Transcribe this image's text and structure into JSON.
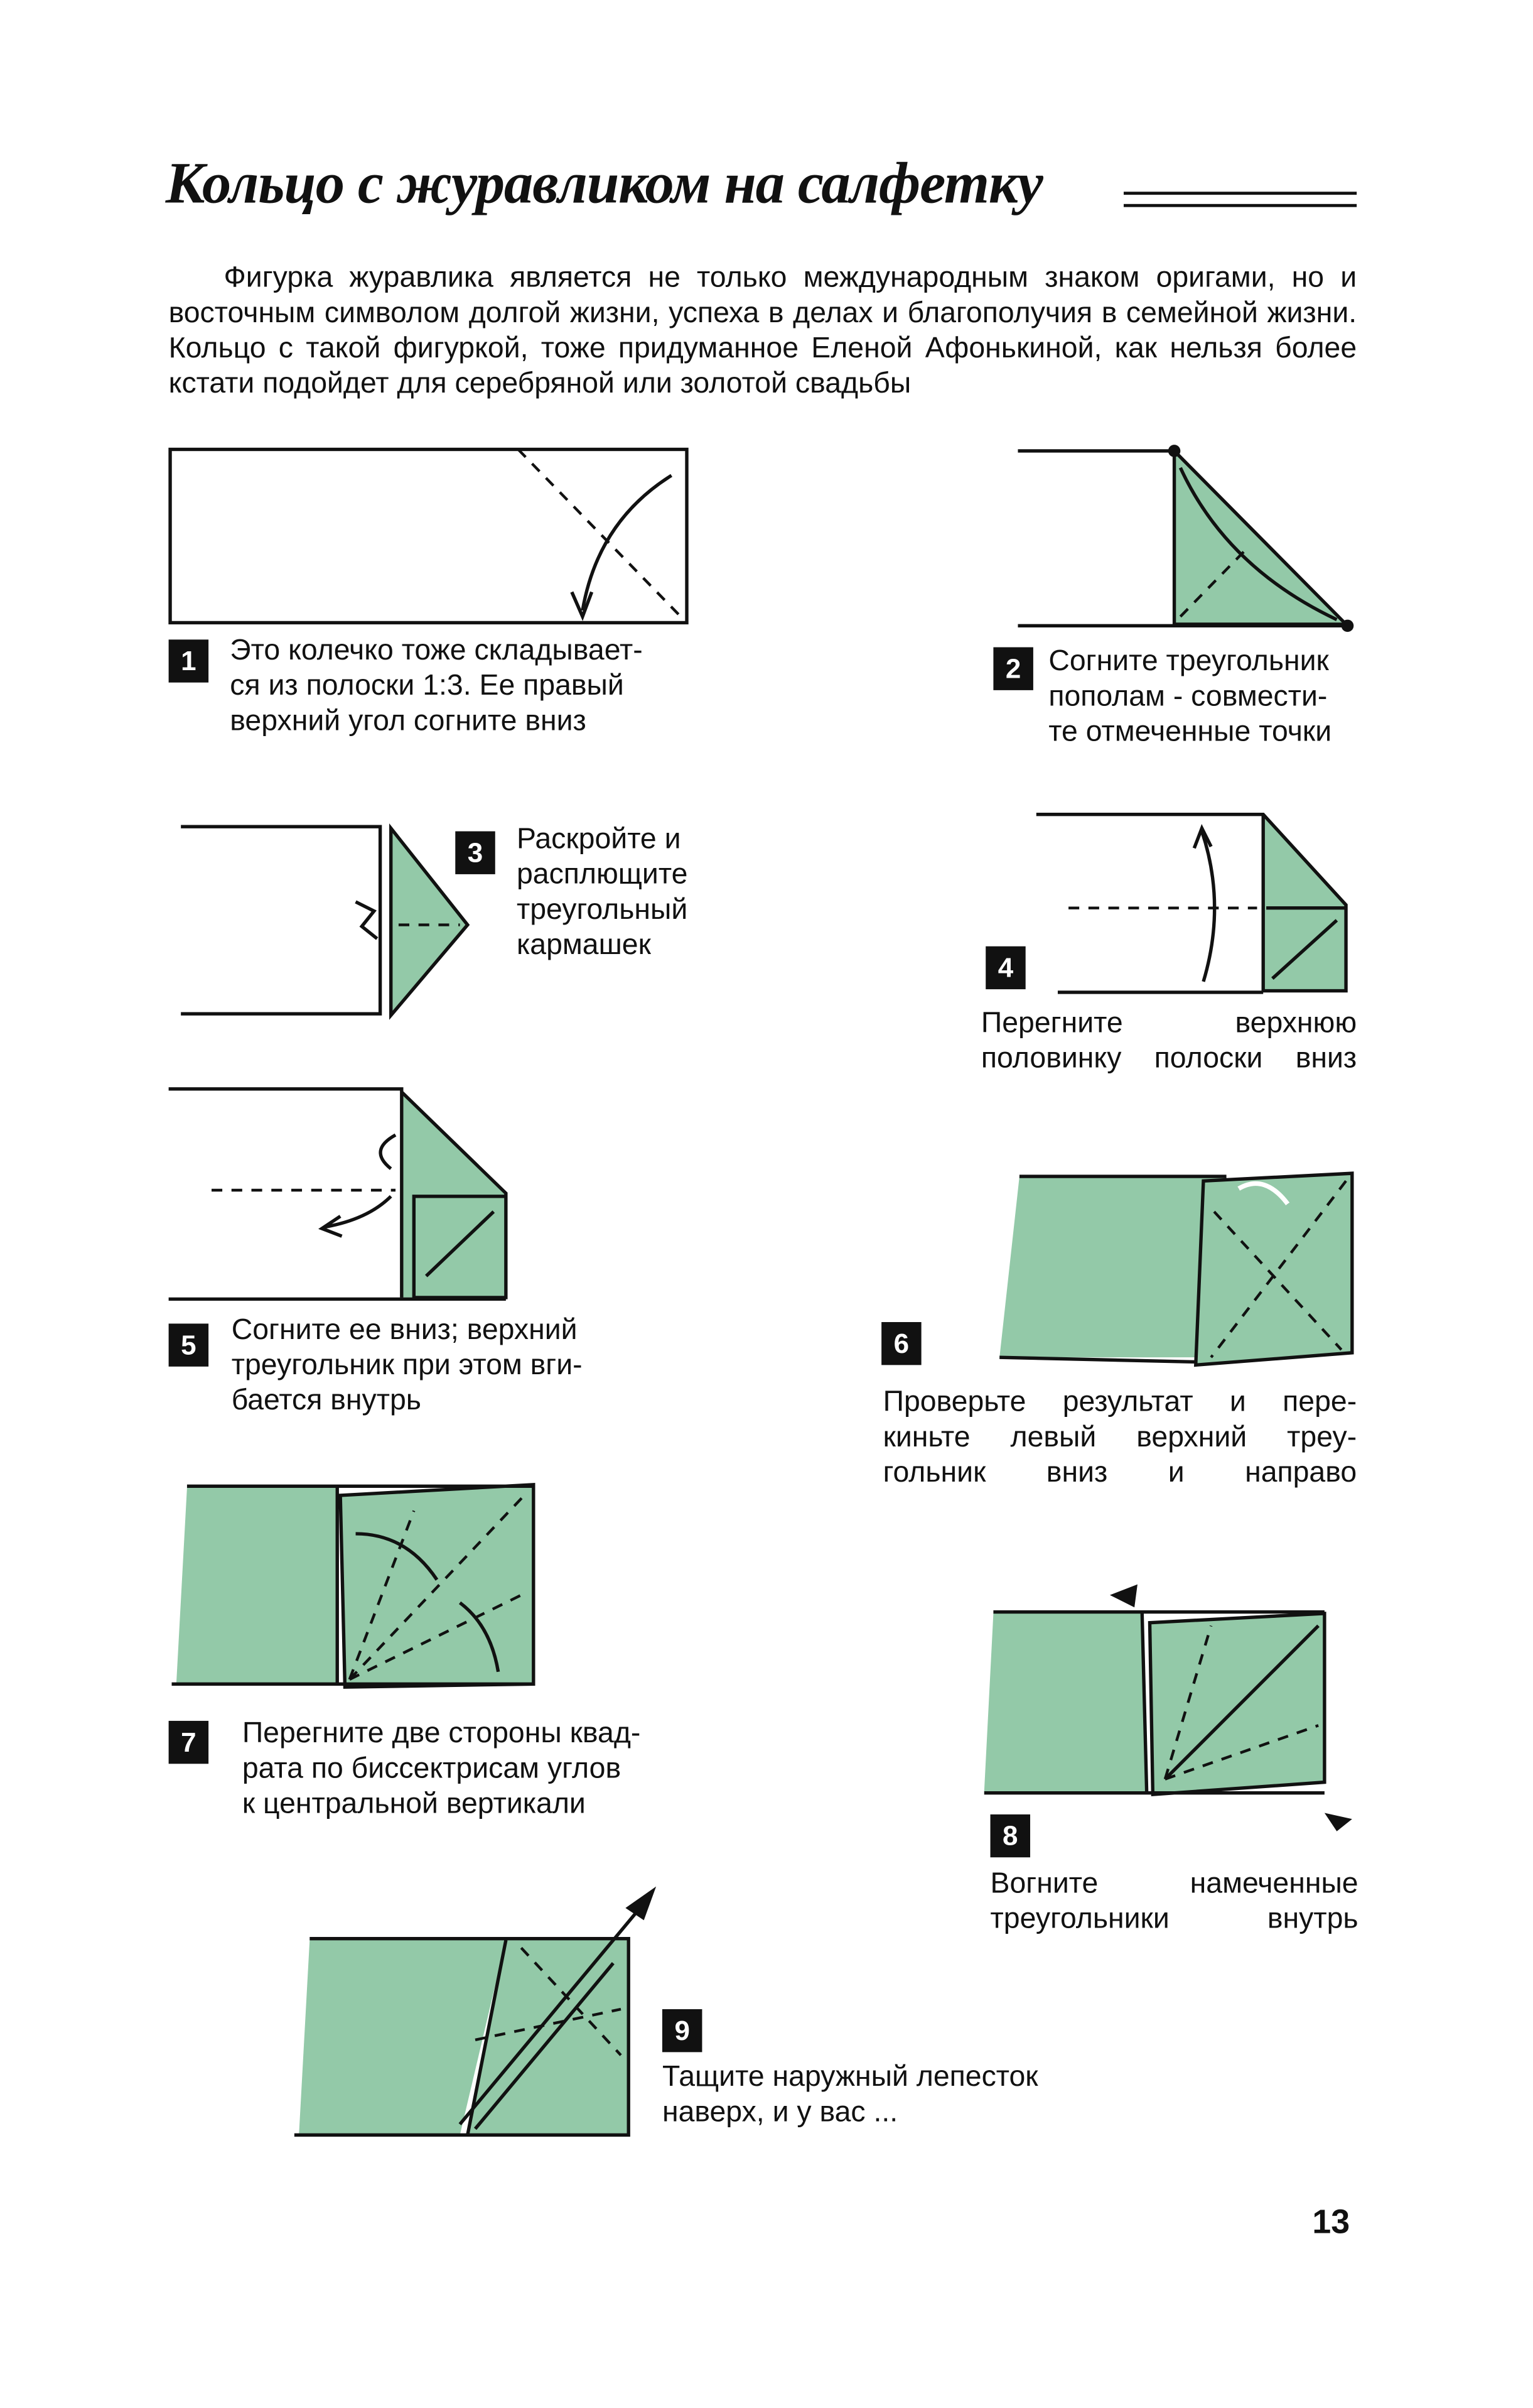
{
  "title": "Кольцо с журавликом на салфетку",
  "intro": "Фигурка журавлика является не только международным знаком оригами, но и восточным символом долгой жизни, успеха в делах и благополучия в семейной жизни. Кольцо с такой фигуркой, тоже придуманное Еленой Афонькиной, как нельзя более кстати подойдет для серебряной или золотой свадьбы",
  "steps": [
    {
      "number": "1",
      "text": "Это колечко тоже складывает-\nся из полоски 1:3. Ее правый\nверхний угол согните вниз"
    },
    {
      "number": "2",
      "text": "Согните треугольник\nпополам - совмести-\nте отмеченные точки"
    },
    {
      "number": "3",
      "text": "Раскройте и\nрасплющите\nтреугольный\nкармашек"
    },
    {
      "number": "4",
      "text": "Перегните верхнюю половинку полоски вниз"
    },
    {
      "number": "5",
      "text": "Согните ее вниз; верхний\nтреугольник при этом вги-\nбается внутрь"
    },
    {
      "number": "6",
      "text": "Проверьте результат и пере- киньте левый верхний треу- гольник вниз и направо"
    },
    {
      "number": "7",
      "text": "Перегните две стороны квад-\nрата по биссектрисам углов\nк центральной вертикали"
    },
    {
      "number": "8",
      "text": "Вогните намеченные треугольники внутрь"
    },
    {
      "number": "9",
      "text": "Тащите наружный лепесток\nнаверх, и у вас ..."
    }
  ],
  "page_number": "13",
  "colors": {
    "paper_green": "#93c9a8",
    "ink": "#111111"
  }
}
